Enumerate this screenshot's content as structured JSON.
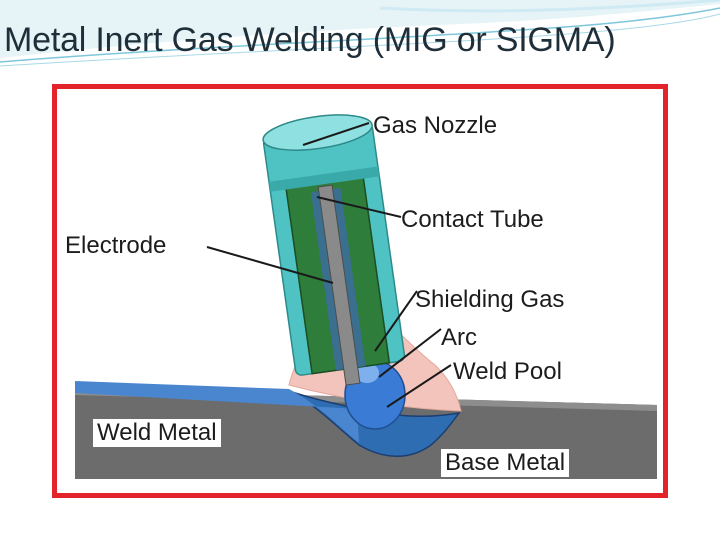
{
  "slide": {
    "title": "Metal Inert Gas Welding (MIG or SIGMA)"
  },
  "diagram": {
    "labels": {
      "gas_nozzle": "Gas Nozzle",
      "contact_tube": "Contact Tube",
      "electrode": "Electrode",
      "shielding_gas": "Shielding Gas",
      "arc": "Arc",
      "weld_pool": "Weld Pool",
      "weld_metal": "Weld Metal",
      "base_metal": "Base Metal"
    }
  },
  "colors": {
    "frame_border": "#e2232a",
    "nozzle": "#4fc3c3",
    "contact_tube": "#2f7d3a",
    "electrode": "#8a8a8a",
    "shielding_gas": "#f3c4bb",
    "arc_pool": "#3a7bd5",
    "weld_metal": "#2f6db3",
    "base_metal": "#6c6c6c"
  }
}
